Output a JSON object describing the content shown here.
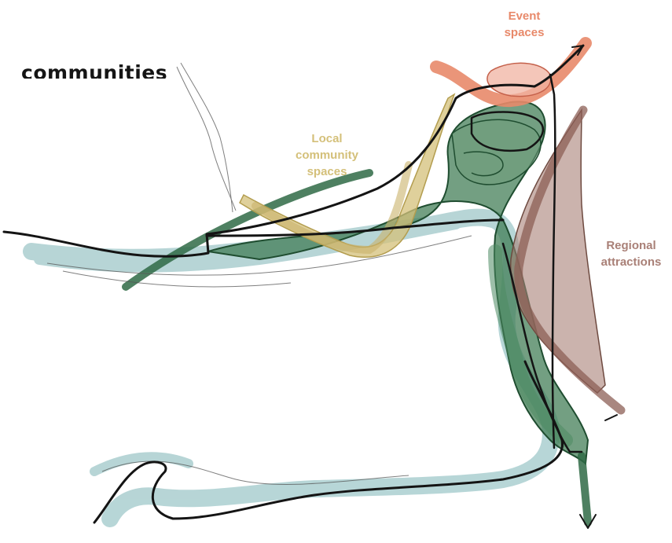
{
  "heading": "communities",
  "labels": {
    "event": "Event\nspaces",
    "local": "Local\ncommunity\nspaces",
    "regional": "Regional\nattractions"
  },
  "colors": {
    "event": "#e8896a",
    "local": "#d4c07a",
    "regional": "#a98077",
    "green": "#2f6a45",
    "river": "#9fc8c9",
    "ink": "#141414"
  }
}
